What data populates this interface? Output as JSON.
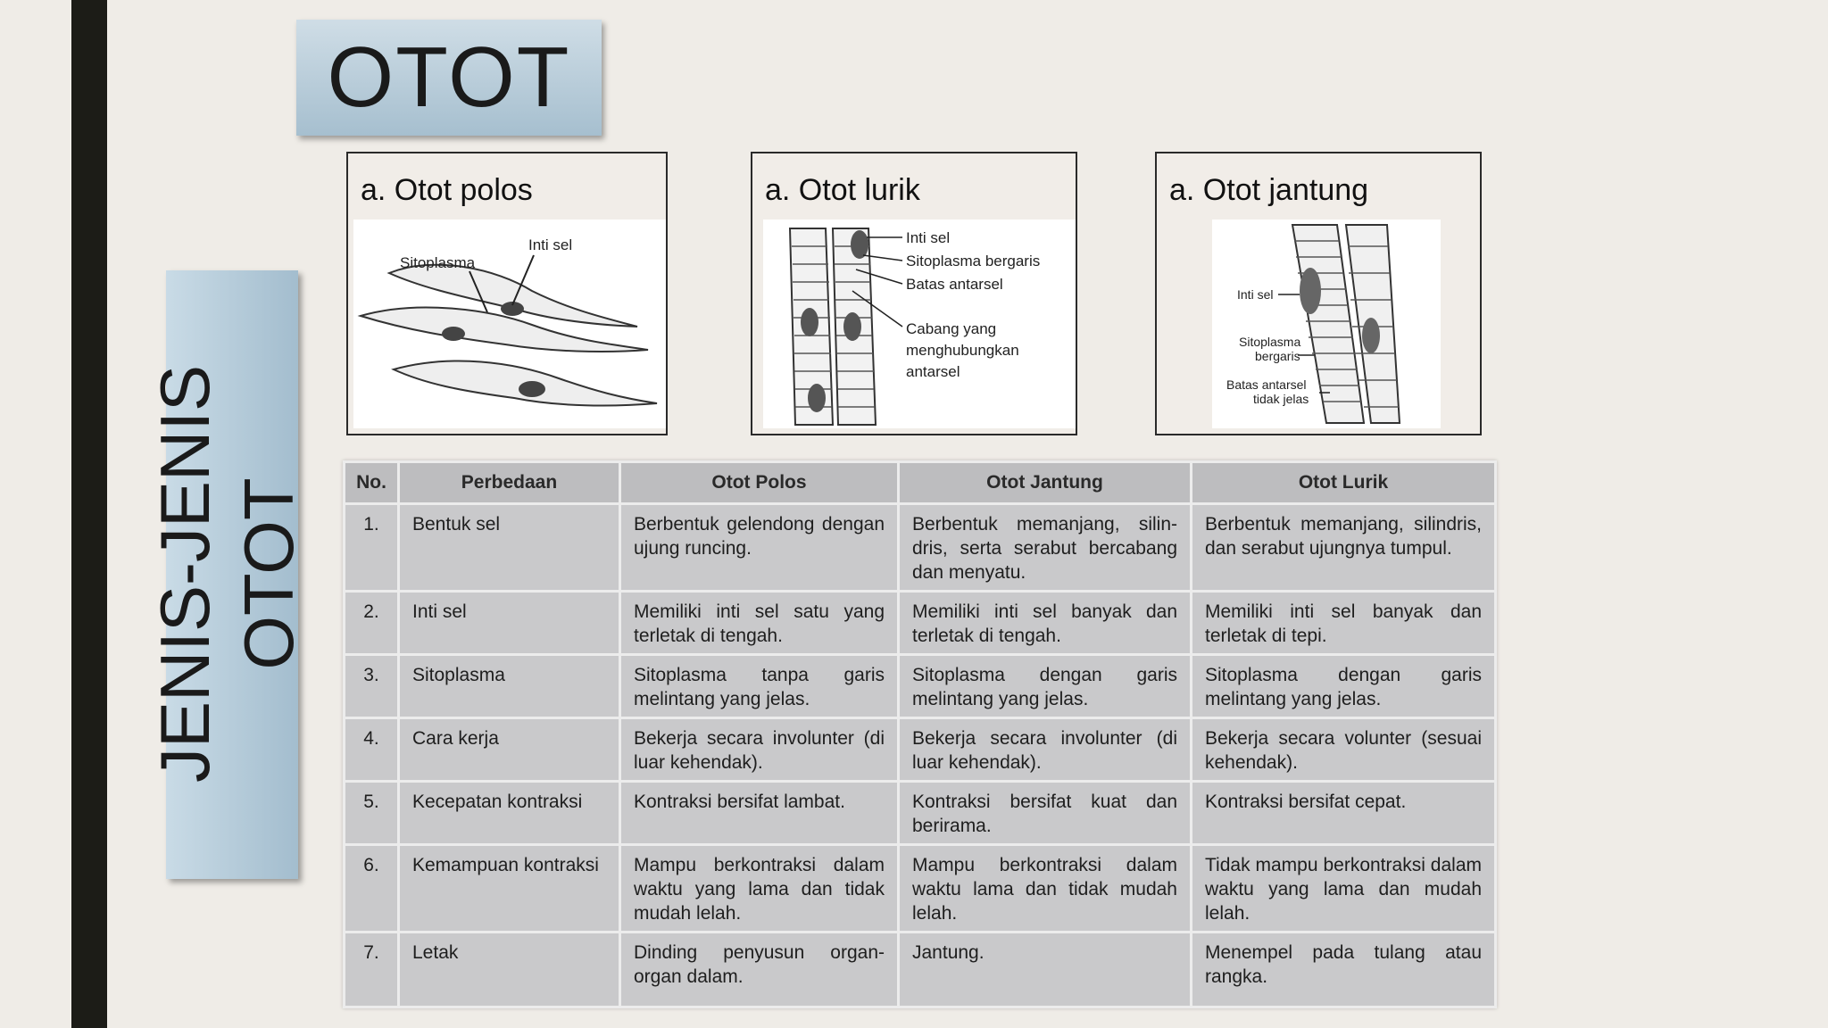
{
  "title": "OTOT",
  "side_title": "JENIS-JENIS\nOTOT",
  "panels": [
    {
      "title": "a. Otot polos",
      "labels": [
        "Inti sel",
        "Sitoplasma"
      ]
    },
    {
      "title": "a. Otot lurik",
      "labels": [
        "Inti sel",
        "Sitoplasma bergaris",
        "Batas antarsel",
        "Cabang yang",
        "menghubungkan",
        "antarsel"
      ]
    },
    {
      "title": "a. Otot jantung",
      "labels": [
        "Inti sel",
        "Sitoplasma",
        "bergaris",
        "Batas antarsel",
        "tidak jelas"
      ]
    }
  ],
  "table": {
    "headers": [
      "No.",
      "Perbedaan",
      "Otot Polos",
      "Otot Jantung",
      "Otot Lurik"
    ],
    "rows": [
      [
        "1.",
        "Bentuk sel",
        "Berbentuk gelendong dengan ujung runcing.",
        "Berbentuk memanjang, silin-dris, serta serabut bercabang dan menyatu.",
        "Berbentuk memanjang, silindris, dan serabut ujungnya tumpul."
      ],
      [
        "2.",
        "Inti sel",
        "Memiliki inti sel satu yang terletak di tengah.",
        "Memiliki inti sel banyak dan terletak di tengah.",
        "Memiliki inti sel banyak dan terletak di tepi."
      ],
      [
        "3.",
        "Sitoplasma",
        "Sitoplasma tanpa garis melintang yang jelas.",
        "Sitoplasma dengan garis melintang yang jelas.",
        "Sitoplasma dengan garis melintang yang jelas."
      ],
      [
        "4.",
        "Cara kerja",
        "Bekerja secara involunter (di luar kehendak).",
        "Bekerja secara involunter (di luar kehendak).",
        "Bekerja secara volunter (sesuai kehendak)."
      ],
      [
        "5.",
        "Kecepatan kontraksi",
        "Kontraksi bersifat lambat.",
        "Kontraksi bersifat kuat dan berirama.",
        "Kontraksi bersifat cepat."
      ],
      [
        "6.",
        "Kemampuan kontraksi",
        "Mampu berkontraksi dalam waktu yang lama dan tidak mudah lelah.",
        "Mampu berkontraksi dalam waktu lama dan tidak mudah lelah.",
        "Tidak mampu berkontraksi dalam waktu yang lama dan mudah lelah."
      ],
      [
        "7.",
        "Letak",
        "Dinding penyusun organ-organ dalam.",
        "Jantung.",
        "Menempel pada tulang atau rangka."
      ]
    ]
  }
}
